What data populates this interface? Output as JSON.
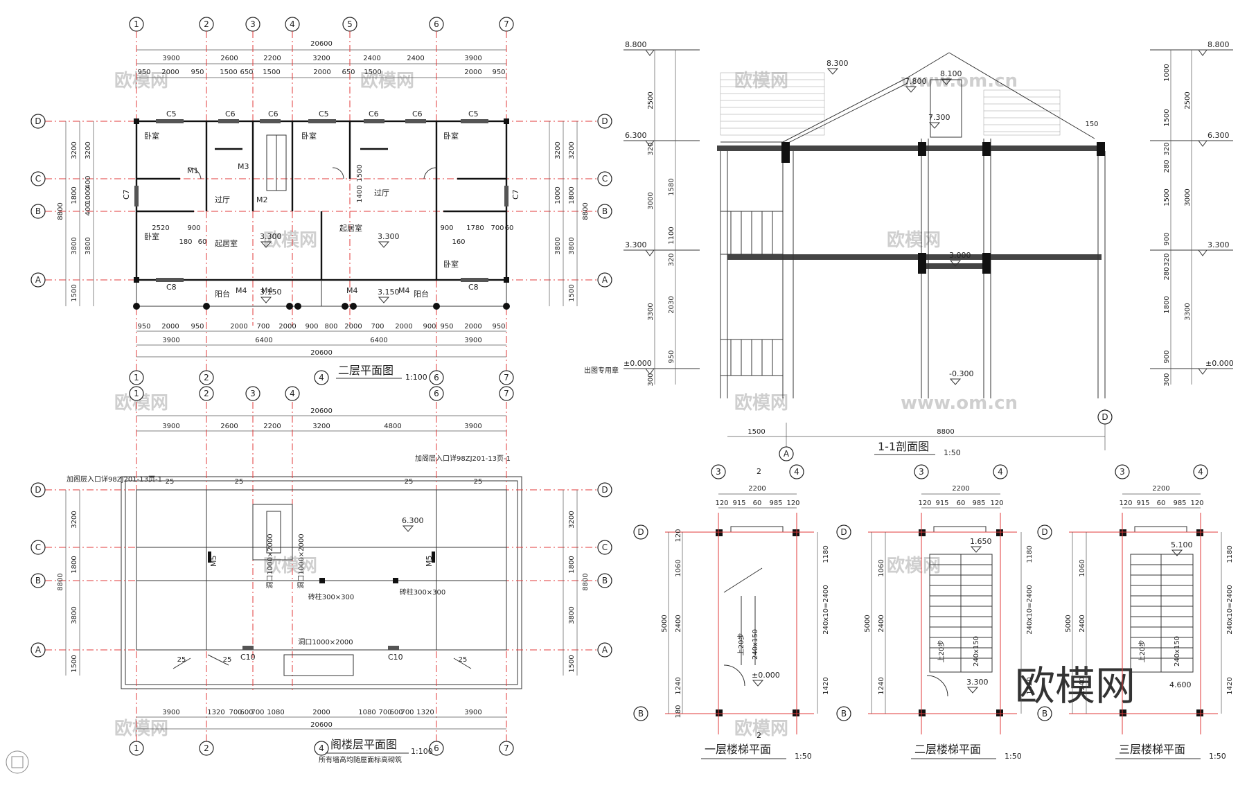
{
  "watermark": {
    "brand": "欧模网",
    "site": "www.om.cn",
    "tile_text": "欧模网"
  },
  "plan_2f": {
    "title": "二层平面图",
    "scale": "1:100",
    "axes_numeric": [
      "1",
      "2",
      "3",
      "4",
      "5",
      "6",
      "7"
    ],
    "axes_letter": [
      "D",
      "C",
      "B",
      "A"
    ],
    "total_width": "20600",
    "top_spans": [
      "3900",
      "2600",
      "2200",
      "3200",
      "2400",
      "2400",
      "3900"
    ],
    "top_sub": [
      "950",
      "2000",
      "950",
      "1500",
      "650",
      "1500",
      "2000",
      "650",
      "1500",
      "2000",
      "950"
    ],
    "bottom_sub": [
      "950",
      "2000",
      "950",
      "2000",
      "700",
      "2000",
      "900",
      "800",
      "2000",
      "700",
      "2000",
      "900",
      "950",
      "2000",
      "950"
    ],
    "bottom_spans": [
      "3900",
      "6400",
      "6400",
      "3900"
    ],
    "left_dims": [
      "3200",
      "1800",
      "3800",
      "1500"
    ],
    "left_total": "8800",
    "left_sub": [
      "3200",
      "400",
      "1000",
      "400",
      "3800"
    ],
    "rooms": {
      "bedroom": "卧室",
      "hall": "过厅",
      "living": "起居室",
      "balcony": "阳台"
    },
    "windows": [
      "C5",
      "C6",
      "C6",
      "C5",
      "C6",
      "C6",
      "C5",
      "C7",
      "C7",
      "C8",
      "C8"
    ],
    "doors": [
      "M1",
      "M3",
      "M2",
      "M4",
      "M4",
      "M4",
      "M4"
    ],
    "elev_floor": "3.300",
    "elev_balcony": "3.150",
    "dims_inner": [
      "2520",
      "900",
      "180",
      "60",
      "1400",
      "1500",
      "900",
      "1780",
      "700",
      "60",
      "160"
    ],
    "note": "出图专用章"
  },
  "plan_attic": {
    "title": "阁楼层平面图",
    "scale": "1:100",
    "note": "所有墙高均随屋面标高砌筑",
    "total_width": "20600",
    "top_spans": [
      "3900",
      "2600",
      "2200",
      "3200",
      "4800",
      "3900"
    ],
    "bottom_sub": [
      "3900",
      "1320",
      "700",
      "600",
      "700",
      "1080",
      "2000",
      "1080",
      "700",
      "600",
      "700",
      "1320",
      "3900"
    ],
    "elev": "6.300",
    "slope": "25",
    "column": "砖柱300×300",
    "opening_v": "洞口1000×2000",
    "opening_h": "洞口1000×2000",
    "windows": [
      "C10",
      "C10"
    ],
    "doors": [
      "M5",
      "M5"
    ],
    "callout_left": "加阁层入口详98ZJ201-13页-1",
    "callout_right": "加阁层入口详98ZJ201-13页-1",
    "left_dims": [
      "3200",
      "1800",
      "3800",
      "1500"
    ],
    "left_total": "8800"
  },
  "section": {
    "title": "1-1剖面图",
    "scale": "1:50",
    "elevations": [
      "8.800",
      "8.300",
      "8.100",
      "7.800",
      "7.300",
      "6.300",
      "3.300",
      "3.000",
      "±0.000",
      "-0.300"
    ],
    "left_dims": [
      "2500",
      "320",
      "3000",
      "1580",
      "1100",
      "320",
      "3300",
      "2030",
      "950",
      "300"
    ],
    "right_dims": [
      "1000",
      "2500",
      "1500",
      "320",
      "280",
      "3000",
      "1500",
      "900",
      "320",
      "280",
      "1800",
      "3300",
      "900",
      "300"
    ],
    "bottom_dims": [
      "1500",
      "8800"
    ],
    "axes": [
      "A",
      "D"
    ],
    "dim_small": "150"
  },
  "stairs": [
    {
      "title": "一层楼梯平面",
      "scale": "1:50",
      "elev": "±0.000"
    },
    {
      "title": "二层楼梯平面",
      "scale": "1:50",
      "elev_top": "1.650",
      "elev": "3.300"
    },
    {
      "title": "三层楼梯平面",
      "scale": "1:50",
      "elev_top": "5.100",
      "elev": "4.600"
    }
  ],
  "stair_common": {
    "axes": [
      "3",
      "4"
    ],
    "axes_letter": [
      "D",
      "B"
    ],
    "width": "2200",
    "sub": [
      "120",
      "915",
      "60",
      "985",
      "120"
    ],
    "left_dims": [
      "120",
      "1060",
      "2400",
      "1240",
      "180"
    ],
    "left_total": "5000",
    "right_dims": [
      "1180",
      "240x10=2400",
      "1420"
    ],
    "section_mark": "2",
    "treads": "240x150",
    "rise_label": "上20步"
  }
}
